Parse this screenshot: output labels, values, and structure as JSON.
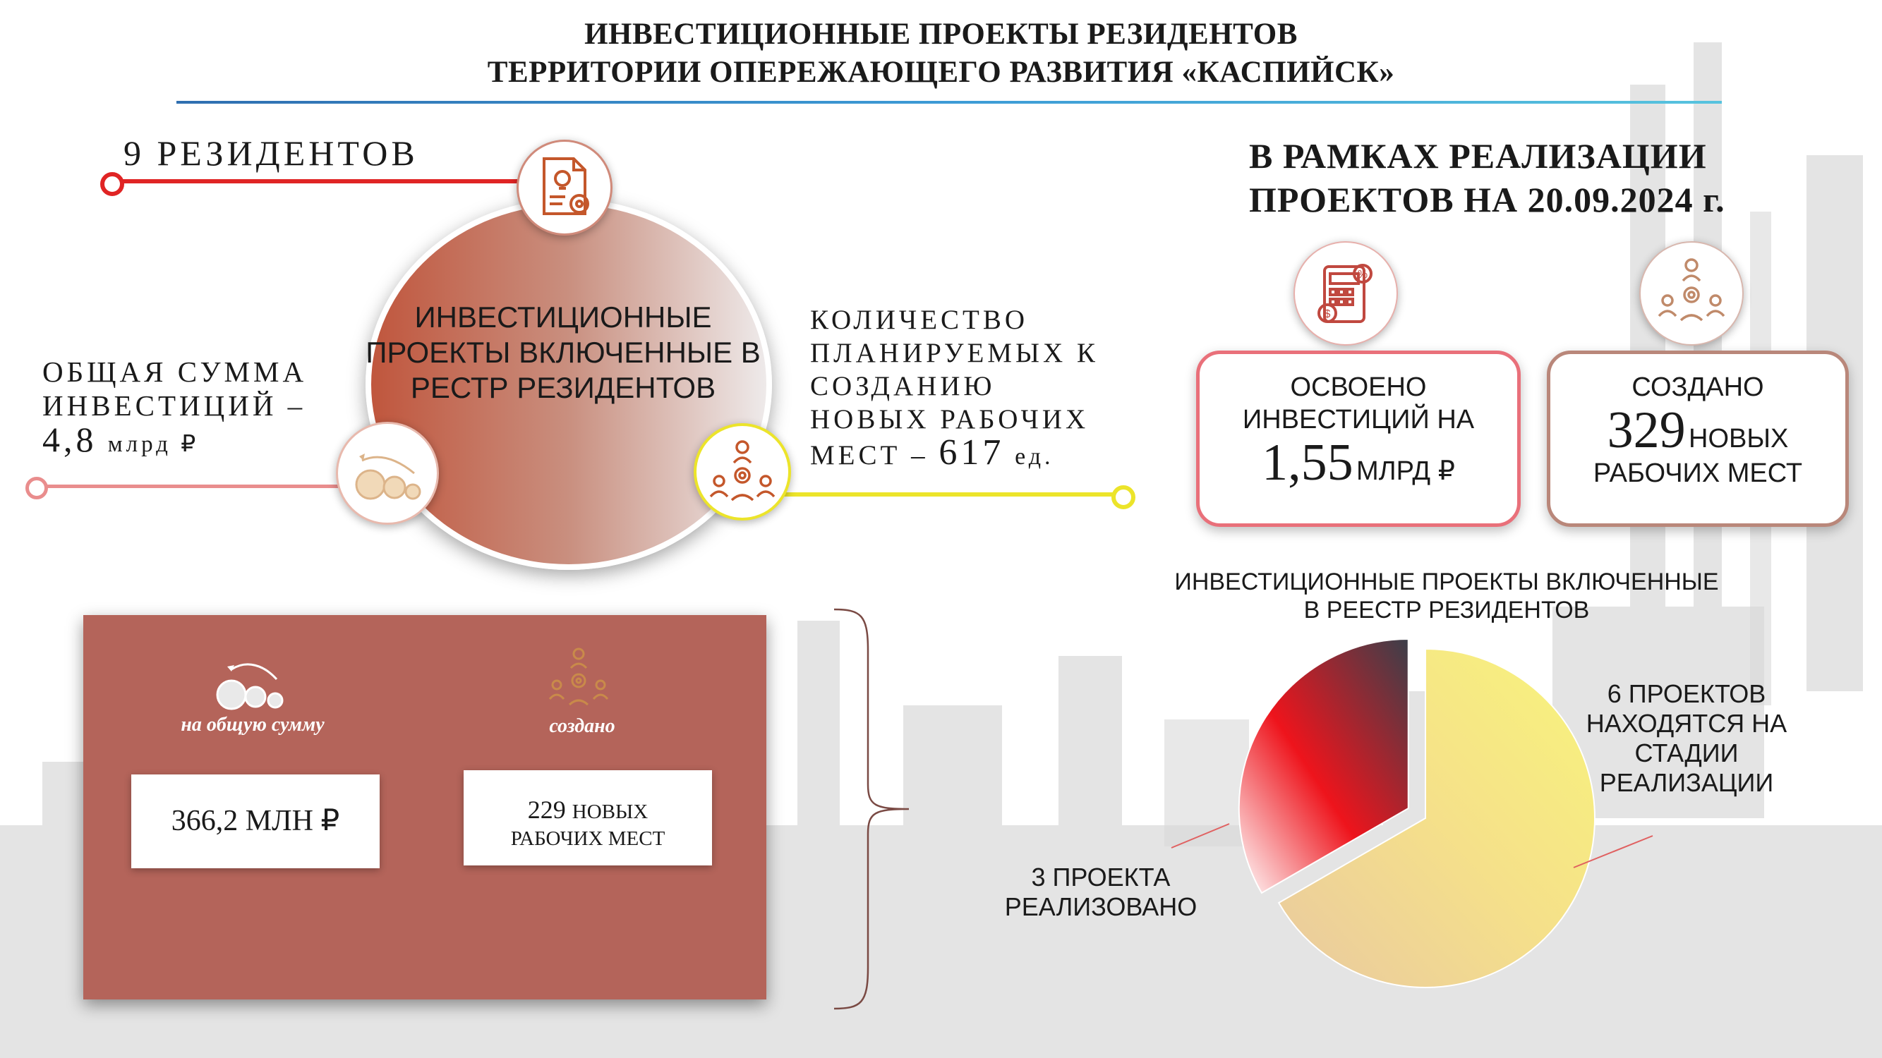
{
  "header": {
    "title_line1": "ИНВЕСТИЦИОННЫЕ ПРОЕКТЫ РЕЗИДЕНТОВ",
    "title_line2": "ТЕРРИТОРИИ ОПЕРЕЖАЮЩЕГО РАЗВИТИЯ «КАСПИЙСК»"
  },
  "left": {
    "residents": "9 РЕЗИДЕНТОВ",
    "circle_text": "ИНВЕСТИЦИОННЫЕ ПРОЕКТЫ ВКЛЮЧЕННЫЕ В РЕСТР РЕЗИДЕНТОВ",
    "sum_line1": "ОБЩАЯ СУММА",
    "sum_line2": "ИНВЕСТИЦИЙ –",
    "sum_value": "4,8",
    "sum_unit": "млрд ₽",
    "jobs_line1": "КОЛИЧЕСТВО",
    "jobs_line2": "ПЛАНИРУЕМЫХ К",
    "jobs_line3": "СОЗДАНИЮ",
    "jobs_line4": "НОВЫХ РАБОЧИХ",
    "jobs_prefix": "МЕСТ –",
    "jobs_value": "617",
    "jobs_unit": "ед."
  },
  "panel": {
    "caption1": "на общую сумму",
    "caption2": "создано",
    "box1": "366,2 МЛН ₽",
    "box2_num": "229",
    "box2_unit": "НОВЫХ",
    "box2_line2": "РАБОЧИХ МЕСТ"
  },
  "right": {
    "heading_line1": "В РАМКАХ РЕАЛИЗАЦИИ",
    "heading_line2": "ПРОЕКТОВ НА 20.09.2024 г.",
    "card1_line1": "ОСВОЕНО",
    "card1_line2": "ИНВЕСТИЦИЙ НА",
    "card1_value": "1,55",
    "card1_unit": "МЛРД ₽",
    "card2_line1": "СОЗДАНО",
    "card2_value": "329",
    "card2_unit": "НОВЫХ",
    "card2_line3": "РАБОЧИХ МЕСТ"
  },
  "chart_data": {
    "type": "pie",
    "title": "ИНВЕСТИЦИОННЫЕ ПРОЕКТЫ ВКЛЮЧЕННЫЕ В РЕЕСТР РЕЗИДЕНТОВ",
    "slices": [
      {
        "label": "6 ПРОЕКТОВ НАХОДЯТСЯ НА СТАДИИ РЕАЛИЗАЦИИ",
        "value": 6,
        "color": "#f7ef78"
      },
      {
        "label": "3 ПРОЕКТА РЕАЛИЗОВАНО",
        "value": 3,
        "color": "#e8191f"
      }
    ]
  },
  "colors": {
    "accent_red": "#e02424",
    "accent_yellow": "#ece42a",
    "panel": "#b4645a",
    "title_rule": "#3d9bd6"
  },
  "icons": [
    "document-gear-icon",
    "coins-growth-icon",
    "people-gear-icon",
    "calculator-percent-icon",
    "team-gear-icon"
  ]
}
